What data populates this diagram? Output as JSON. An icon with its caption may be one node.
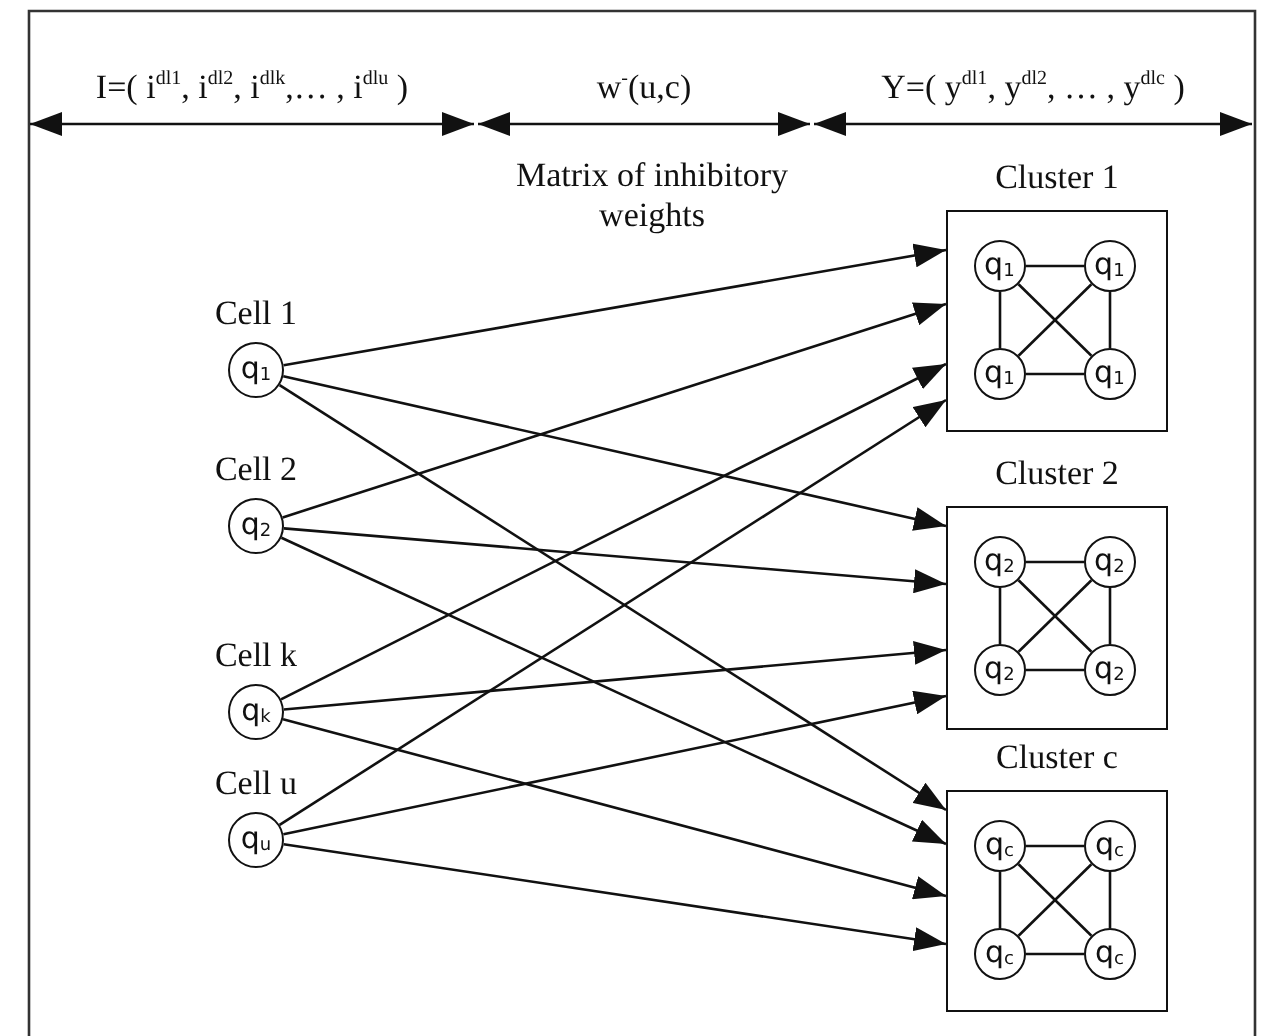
{
  "diagram": {
    "nodes": [
      {
        "text": [
          "q$_{1}$"
        ],
        "beside": [
          "Cell 1"
        ]
      },
      {
        "text": [
          "q$_{2}$"
        ],
        "beside": [
          "Cell 2"
        ]
      },
      {
        "text": [
          "q$_{k}$"
        ],
        "beside": [
          "Cell k"
        ]
      },
      {
        "text": [
          "q$_{u}$"
        ],
        "beside": [
          "Cell u"
        ]
      },
      {
        "text": [
          "Cluster 1"
        ]
      },
      {
        "text": [
          "q$_{1}$"
        ],
        "in": 4
      },
      {
        "text": [
          "q$_{1}$"
        ],
        "in": 4
      },
      {
        "text": [
          "q$_{1}$"
        ],
        "in": 4
      },
      {
        "text": [
          "q$_{1}$"
        ],
        "in": 4
      },
      {
        "text": [
          "Cluster 2"
        ]
      },
      {
        "text": [
          "q$_{2}$"
        ],
        "in": 9
      },
      {
        "text": [
          "q$_{2}$"
        ],
        "in": 9
      },
      {
        "text": [
          "q$_{2}$"
        ],
        "in": 9
      },
      {
        "text": [
          "q$_{2}$"
        ],
        "in": 9
      },
      {
        "text": [
          "Cluster c"
        ]
      },
      {
        "text": [
          "q$_{c}$"
        ],
        "in": 14
      },
      {
        "text": [
          "q$_{c}$"
        ],
        "in": 14
      },
      {
        "text": [
          "q$_{c}$"
        ],
        "in": 14
      },
      {
        "text": [
          "q$_{c}$"
        ],
        "in": 14
      }
    ],
    "edges": [
      {
        "from": 0,
        "to": 4,
        "arrow": "to"
      },
      {
        "from": 0,
        "to": 9,
        "arrow": "to"
      },
      {
        "from": 0,
        "to": 14,
        "arrow": "to"
      },
      {
        "from": 1,
        "to": 4,
        "arrow": "to"
      },
      {
        "from": 1,
        "to": 9,
        "arrow": "to"
      },
      {
        "from": 1,
        "to": 14,
        "arrow": "to"
      },
      {
        "from": 2,
        "to": 4,
        "arrow": "to"
      },
      {
        "from": 2,
        "to": 9,
        "arrow": "to"
      },
      {
        "from": 2,
        "to": 14,
        "arrow": "to"
      },
      {
        "from": 3,
        "to": 4,
        "arrow": "to"
      },
      {
        "from": 3,
        "to": 9,
        "arrow": "to"
      },
      {
        "from": 3,
        "to": 14,
        "arrow": "to"
      },
      {
        "from": 5,
        "to": 6,
        "arrow": "none"
      },
      {
        "from": 5,
        "to": 7,
        "arrow": "none"
      },
      {
        "from": 5,
        "to": 8,
        "arrow": "none"
      },
      {
        "from": 6,
        "to": 7,
        "arrow": "none"
      },
      {
        "from": 6,
        "to": 8,
        "arrow": "none"
      },
      {
        "from": 7,
        "to": 8,
        "arrow": "none"
      },
      {
        "from": 10,
        "to": 11,
        "arrow": "none"
      },
      {
        "from": 10,
        "to": 12,
        "arrow": "none"
      },
      {
        "from": 10,
        "to": 13,
        "arrow": "none"
      },
      {
        "from": 11,
        "to": 12,
        "arrow": "none"
      },
      {
        "from": 11,
        "to": 13,
        "arrow": "none"
      },
      {
        "from": 12,
        "to": 13,
        "arrow": "none"
      },
      {
        "from": 15,
        "to": 16,
        "arrow": "none"
      },
      {
        "from": 15,
        "to": 17,
        "arrow": "none"
      },
      {
        "from": 15,
        "to": 18,
        "arrow": "none"
      },
      {
        "from": 16,
        "to": 17,
        "arrow": "none"
      },
      {
        "from": 16,
        "to": 18,
        "arrow": "none"
      },
      {
        "from": 17,
        "to": 18,
        "arrow": "none"
      }
    ],
    "labels": [
      "I=( i$^{dl1}$, i$^{dl2}$, i$^{dlk}$,… , i$^{dlu}$ )",
      "w$^{-}$(u,c)",
      "Y=( y$^{dl1}$, y$^{dl2}$, … , y$^{dlc}$ )",
      "Matrix of inhibitory weights"
    ]
  }
}
